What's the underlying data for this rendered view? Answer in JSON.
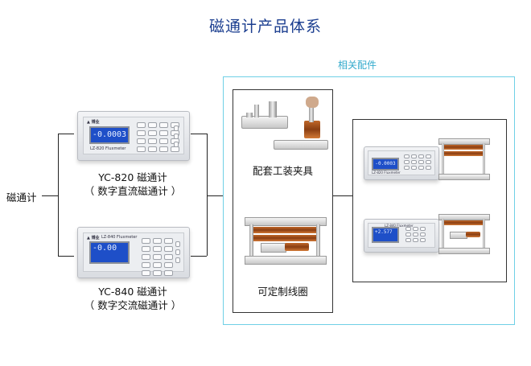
{
  "page_title": "磁通计产品体系",
  "root_label": "磁通计",
  "accessories_label": "相关配件",
  "products": [
    {
      "model_line": "YC-820 磁通计",
      "desc_line": "（ 数字直流磁通计 ）",
      "lcd": "-0.0003",
      "panel_text": "LZ-820  Fluxmeter"
    },
    {
      "model_line": "YC-840 磁通计",
      "desc_line": "（ 数字交流磁通计 ）",
      "lcd": "-0.00",
      "panel_text": "LZ-840  Fluxmeter"
    }
  ],
  "accessories": [
    {
      "label": "配套工装夹具"
    },
    {
      "label": "可定制线圈"
    }
  ],
  "combo_panels": [
    "LZ-820  Fluxmeter",
    "LZ-840  Fluxmeter"
  ],
  "colors": {
    "title": "#1a3d8f",
    "accent": "#33aacc",
    "frame": "#6fd0e6",
    "lcd": "#1e4fc8",
    "copper": "#b4622a"
  }
}
